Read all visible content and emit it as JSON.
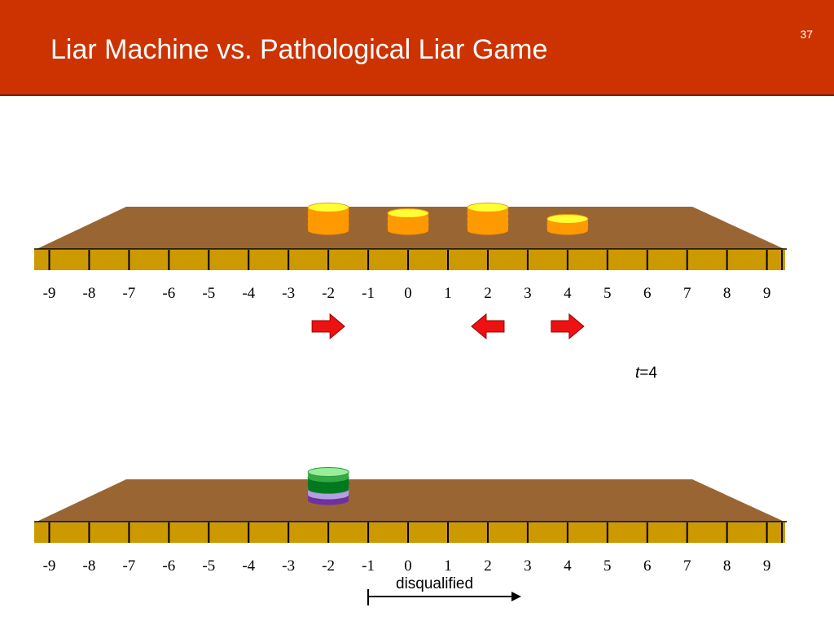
{
  "slide": {
    "title": "Liar Machine vs. Pathological Liar Game",
    "number": "37"
  },
  "top_board": {
    "tick_labels": [
      "-9",
      "-8",
      "-7",
      "-6",
      "-5",
      "-4",
      "-3",
      "-2",
      "-1",
      "0",
      "1",
      "2",
      "3",
      "4",
      "5",
      "6",
      "7",
      "8",
      "9"
    ],
    "chip_stacks": [
      {
        "position": -2,
        "count": 4,
        "color": "yellow"
      },
      {
        "position": 0,
        "count": 3,
        "color": "yellow"
      },
      {
        "position": 2,
        "count": 4,
        "color": "yellow"
      },
      {
        "position": 4,
        "count": 2,
        "color": "yellow"
      }
    ],
    "arrows": [
      {
        "at": -2,
        "direction": "right"
      },
      {
        "at": 2,
        "direction": "left"
      },
      {
        "at": 4,
        "direction": "right"
      }
    ],
    "time_label": {
      "var": "t",
      "rest": "=4"
    }
  },
  "bottom_board": {
    "tick_labels": [
      "-9",
      "-8",
      "-7",
      "-6",
      "-5",
      "-4",
      "-3",
      "-2",
      "-1",
      "0",
      "1",
      "2",
      "3",
      "4",
      "5",
      "6",
      "7",
      "8",
      "9"
    ],
    "chip_stacks": [
      {
        "position": -2,
        "chips": [
          "purple",
          "lavender",
          "green",
          "green",
          "lightgreen"
        ]
      }
    ],
    "disqualified_label": "disqualified"
  }
}
